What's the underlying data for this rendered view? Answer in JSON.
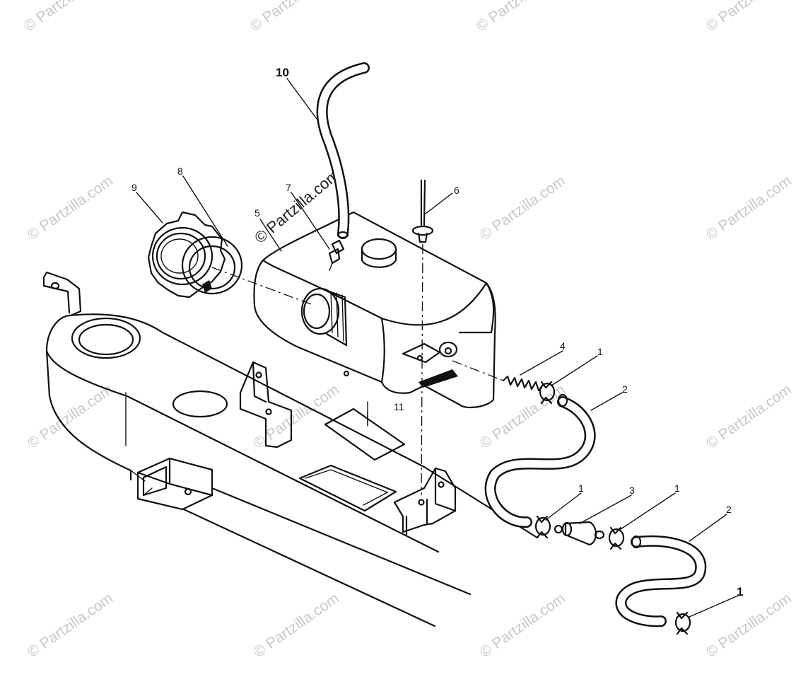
{
  "watermark": {
    "text": "© Partzilla.com",
    "color": "#c8c8c8"
  },
  "callouts": {
    "c1a": "1",
    "c1b": "1",
    "c1c": "1",
    "c1d": "1",
    "c2a": "2",
    "c2b": "2",
    "c3": "3",
    "c4": "4",
    "c5": "5",
    "c6": "6",
    "c7": "7",
    "c8": "8",
    "c9": "9",
    "c10": "10",
    "c11": "11"
  },
  "parts_icons": [
    "frame-icon",
    "fuel-tank-icon",
    "filler-cap-icon",
    "cap-gasket-icon",
    "vent-hose-icon",
    "vent-fitting-icon",
    "dipstick-icon",
    "spring-icon",
    "hose-clamp-icon",
    "fuel-hose-icon",
    "fuel-filter-icon",
    "tank-pad-icon"
  ]
}
